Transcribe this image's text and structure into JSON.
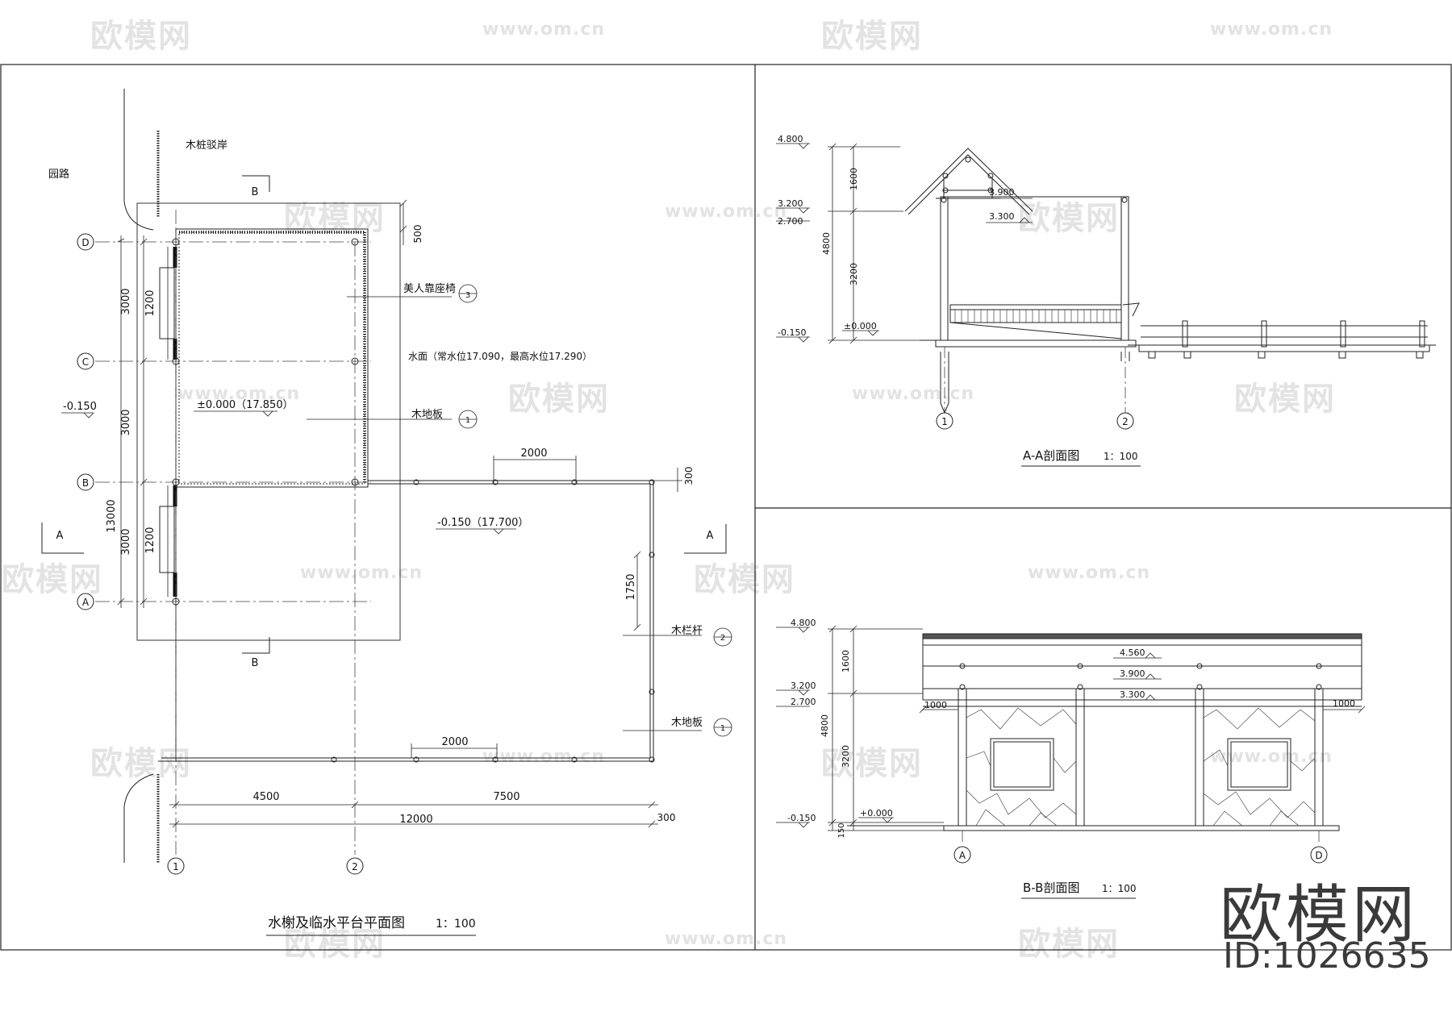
{
  "plan": {
    "title": "水榭及临水平台平面图",
    "scale": "1：100",
    "labels": {
      "pile_bank": "木桩驳岸",
      "garden_road": "园路",
      "bench": "美人靠座椅",
      "water": "水面（常水位17.090，最高水位17.290）",
      "floor1": "木地板",
      "railing": "木栏杆",
      "floor2": "木地板",
      "elev_pavilion": "±0.000（17.850）",
      "elev_platform": "-0.150（17.700）",
      "elev_left": "-0.150"
    },
    "tags": {
      "bench": "3",
      "floor1": "1",
      "railing": "2",
      "floor2": "1"
    },
    "dims": {
      "top_gap": "500",
      "d1": "3000",
      "d2": "3000",
      "d3": "3000",
      "total": "13000",
      "win1": "1200",
      "win2": "1200",
      "top2000": "2000",
      "bot2000": "2000",
      "right300": "300",
      "right1750": "1750",
      "b4500": "4500",
      "b7500": "7500",
      "b12000": "12000",
      "b300": "300"
    },
    "axes": {
      "D": "D",
      "C": "C",
      "B": "B",
      "A": "A",
      "g1": "1",
      "g2": "2"
    },
    "sections": {
      "b_top": "B",
      "b_bottom": "B",
      "a_left": "A",
      "a_right": "A"
    }
  },
  "section_aa": {
    "title": "A-A剖面图",
    "scale": "1：100",
    "levels": {
      "l4800": "4.800",
      "l3200": "3.200",
      "l2700": "2.700",
      "lm150": "-0.150",
      "l0": "±0.000",
      "l3900": "3.900",
      "l3300": "3.300"
    },
    "dims": {
      "d1600": "1600",
      "d3200": "3200",
      "d4800": "4800"
    },
    "axes": {
      "a1": "1",
      "a2": "2"
    }
  },
  "section_bb": {
    "title": "B-B剖面图",
    "scale": "1：100",
    "levels": {
      "l4800": "4.800",
      "l3200": "3.200",
      "l2700": "2.700",
      "lm150": "-0.150",
      "l0": "+0.000",
      "l4560": "4.560",
      "l3900": "3.900",
      "l3300": "3.300"
    },
    "dims": {
      "d1600": "1600",
      "d3200": "3200",
      "d4800": "4800",
      "d150": "150",
      "left1000": "1000",
      "right1000": "1000"
    },
    "axes": {
      "aA": "A",
      "aD": "D"
    }
  },
  "watermark": {
    "text": "欧模网",
    "url": "www.om.cn",
    "brand": "欧模网",
    "id": "ID:1026635"
  }
}
